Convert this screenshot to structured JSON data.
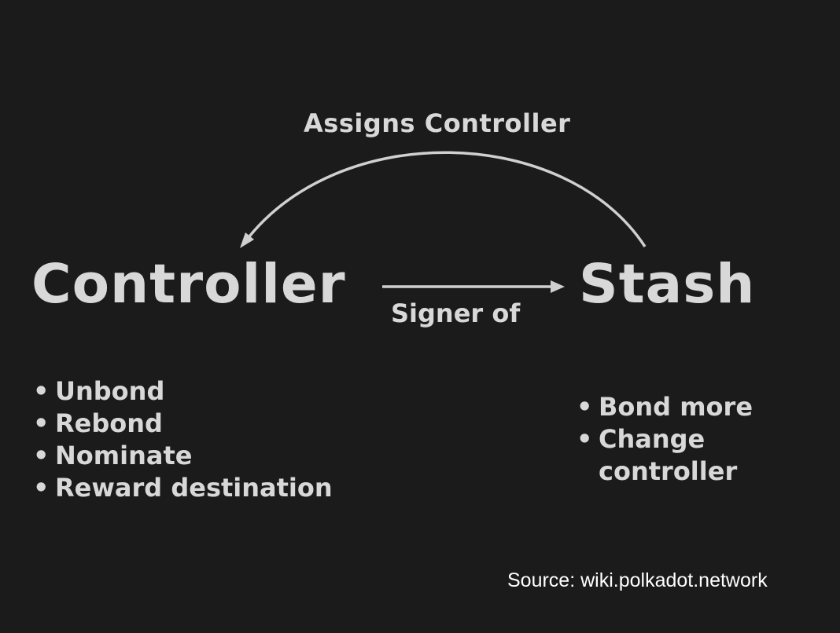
{
  "diagram": {
    "top_arrow_label": "Assigns Controller",
    "left_node": "Controller",
    "right_node": "Stash",
    "middle_arrow_label": "Signer of",
    "controller_actions": [
      "Unbond",
      "Rebond",
      "Nominate",
      "Reward destination"
    ],
    "stash_actions": [
      "Bond more",
      "Change controller"
    ],
    "source": "Source: wiki.polkadot.network"
  },
  "colors": {
    "background": "#1b1b1b",
    "text": "#d8d8d8",
    "arrow": "#d0d0d0",
    "source_text": "#ffffff"
  }
}
